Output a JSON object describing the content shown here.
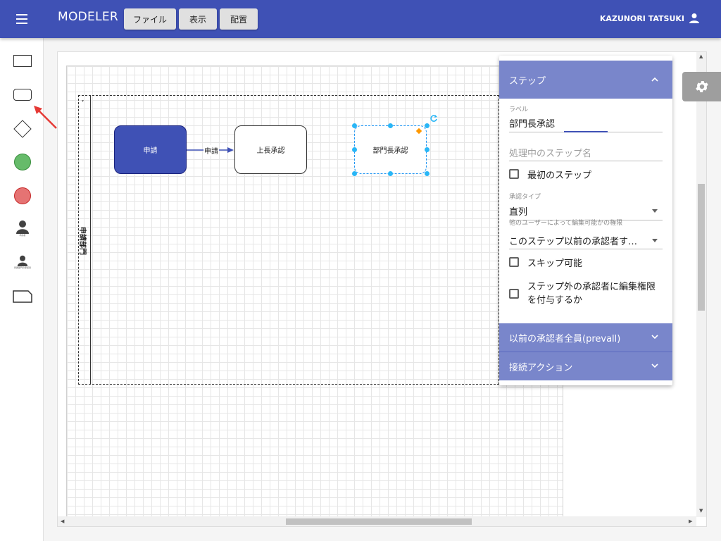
{
  "header": {
    "title": "MODELER",
    "menus": [
      "ファイル",
      "表示",
      "配置"
    ],
    "user_name": "KAZUNORI TATSUKI"
  },
  "palette": {
    "items": [
      "rectangle",
      "rounded-rectangle",
      "diamond",
      "start-event",
      "end-event",
      "user",
      "user-group",
      "document"
    ],
    "mini_labels": [
      "申請者",
      "所属部門の承認者"
    ]
  },
  "canvas": {
    "lane_label": "申請部門",
    "nodes": [
      "申請",
      "上長承認",
      "部門長承認"
    ],
    "edge_label": "申請"
  },
  "panel": {
    "step_section": "ステップ",
    "label_caption": "ラベル",
    "label_value": "部門長承認",
    "processing_placeholder": "処理中のステップ名",
    "first_step": "最初のステップ",
    "approval_type_caption": "承認タイプ",
    "approval_type_value": "直列",
    "edit_permission_caption": "他のユーザーによって編集可能かの権限",
    "edit_permission_value": "このステップ以前の承認者す…",
    "skippable": "スキップ可能",
    "grant_edit": "ステップ外の承認者に編集権限を付与するか",
    "prevall_section": "以前の承認者全員(prevall)",
    "connection_section": "接続アクション"
  },
  "colors": {
    "primary": "#3f51b5",
    "panel_header": "#7986cb",
    "selection": "#29b6f6",
    "annotation_arrow": "#e53935"
  }
}
